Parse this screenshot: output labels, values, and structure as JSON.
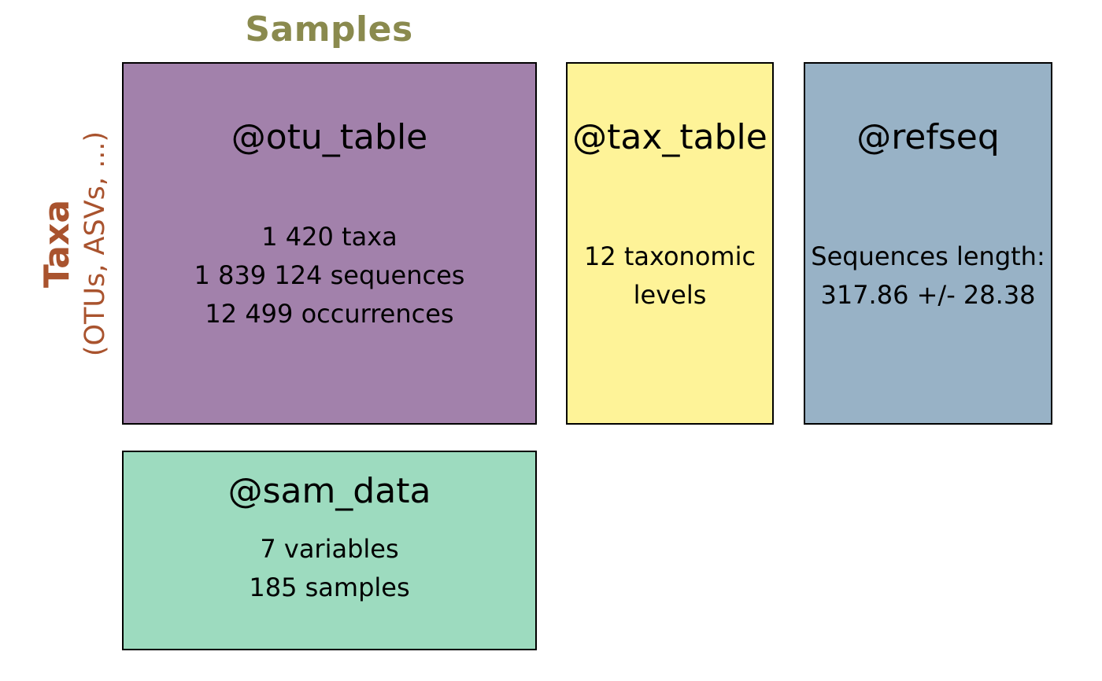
{
  "axes": {
    "top_label": "Samples",
    "top_color": "#8a8a4e",
    "left_label": "Taxa",
    "left_sublabel": "(OTUs, ASVs, ...)",
    "left_color": "#a9532e"
  },
  "boxes": {
    "otu_table": {
      "title": "@otu_table",
      "color": "#a281ab",
      "lines": [
        "1 420 taxa",
        "1 839 124 sequences",
        "12 499 occurrences"
      ]
    },
    "tax_table": {
      "title": "@tax_table",
      "color": "#fef398",
      "lines": [
        "12 taxonomic",
        "levels"
      ]
    },
    "refseq": {
      "title": "@refseq",
      "color": "#98b2c6",
      "lines": [
        "Sequences length:",
        "317.86 +/- 28.38"
      ]
    },
    "sam_data": {
      "title": "@sam_data",
      "color": "#9ddbbf",
      "lines": [
        "7 variables",
        "185 samples"
      ]
    }
  }
}
